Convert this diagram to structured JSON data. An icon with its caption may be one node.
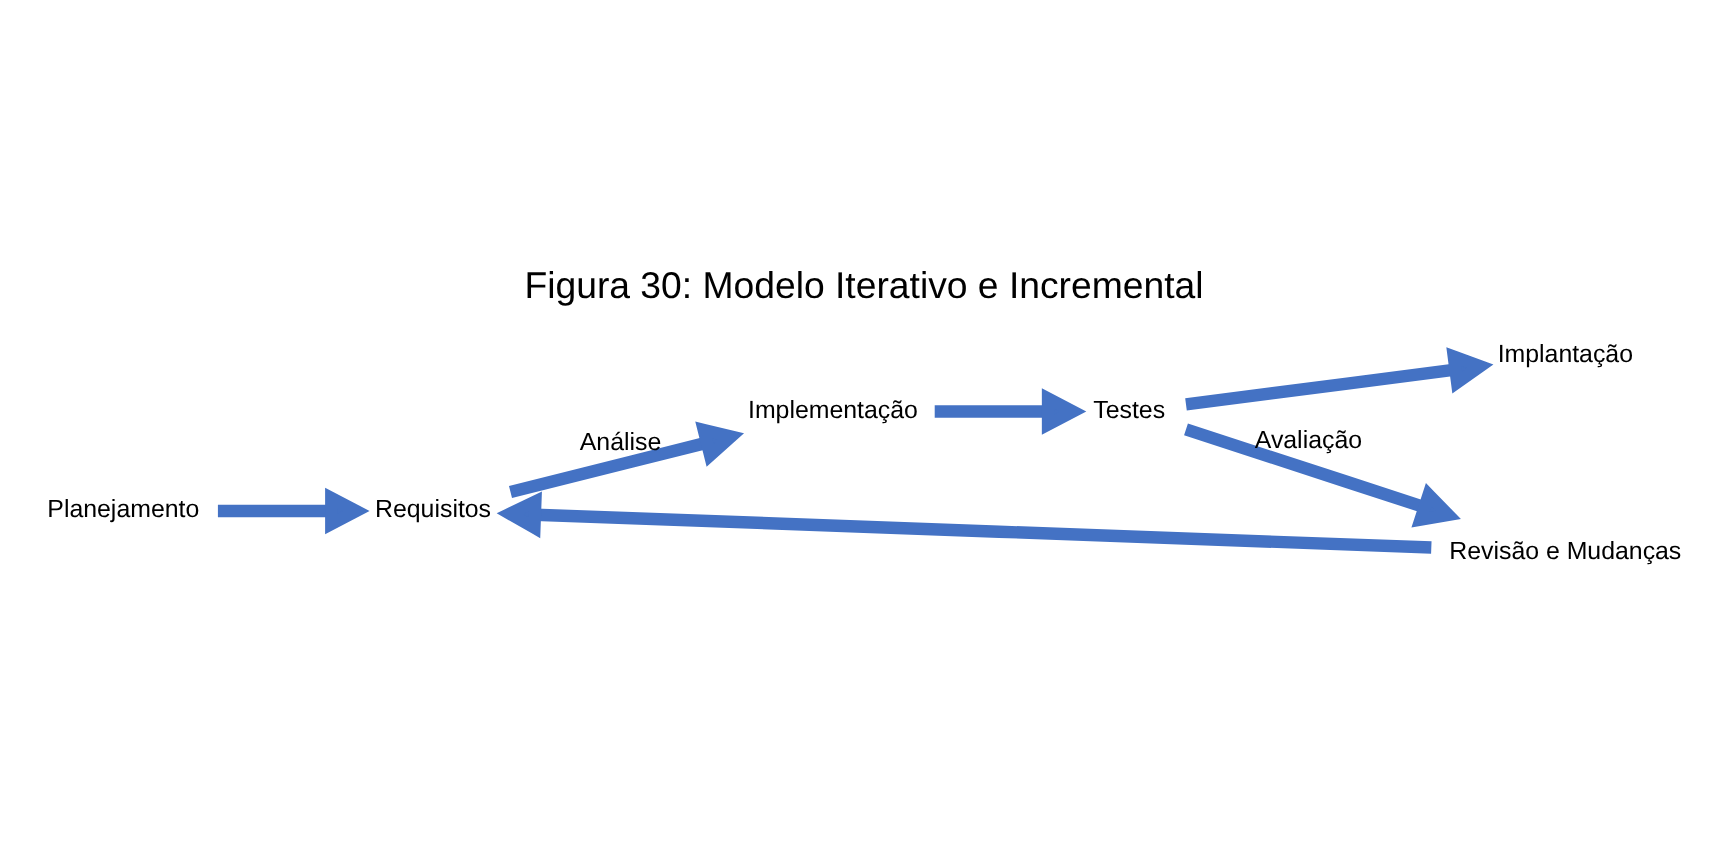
{
  "diagram": {
    "title": "Figura 30: Modelo Iterativo e Incremental",
    "nodes": [
      {
        "text": [
          "Planejamento"
        ]
      },
      {
        "text": [
          "Requisitos"
        ]
      },
      {
        "text": [
          "Implementação"
        ]
      },
      {
        "text": [
          "Testes"
        ]
      },
      {
        "text": [
          "Revisão e Mudanças"
        ]
      },
      {
        "text": [
          "Implantação"
        ]
      }
    ],
    "edges": [
      {
        "from": 0,
        "to": 1,
        "arrow": "to"
      },
      {
        "from": 1,
        "to": 2,
        "arrow": "to",
        "label": "Análise"
      },
      {
        "from": 2,
        "to": 3,
        "arrow": "to"
      },
      {
        "from": 3,
        "to": 4,
        "arrow": "to",
        "label": "Avaliação"
      },
      {
        "from": 4,
        "to": 1,
        "arrow": "to"
      },
      {
        "from": 3,
        "to": 5,
        "arrow": "to"
      }
    ]
  }
}
